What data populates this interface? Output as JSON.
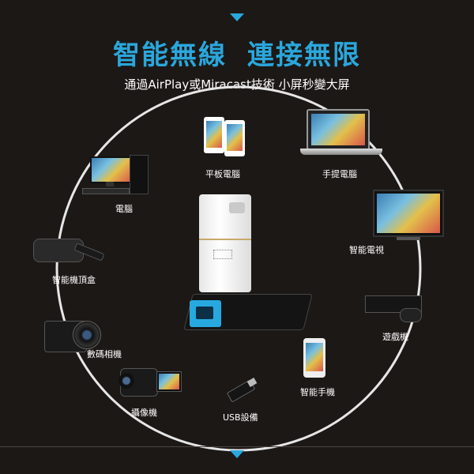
{
  "header": {
    "title_left": "智能無線",
    "title_right": "連接無限",
    "subtitle": "通過AirPlay或Miracast技術 小屏秒變大屏"
  },
  "devices": {
    "tablet": "平板電腦",
    "laptop": "手提電腦",
    "desktop": "電腦",
    "smart_tv": "智能電視",
    "set_top_box": "智能機頂盒",
    "game_console": "遊戲機",
    "camera": "數碼相機",
    "smartphone": "智能手機",
    "camcorder": "攝像機",
    "usb": "USB設備"
  },
  "colors": {
    "accent": "#2aa7dc",
    "background": "#1c1816",
    "ring": "#e6e6e6"
  }
}
